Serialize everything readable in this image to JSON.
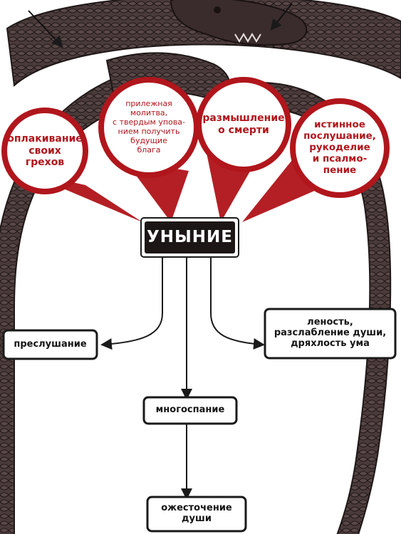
{
  "diagram": {
    "center": "УНЫНИЕ",
    "remedies": [
      "оплакивание\nсвоих\nгрехов",
      "прилежная\nмолитва,\nс твердым упова-\nнием получить\nбудущие\nблага",
      "размышление\nо смерти",
      "истинное\nпослушание,\nрукоделие\nи псалмо-\nпение"
    ],
    "consequences": {
      "left": "преслушание",
      "right": "леность,\nразслабление души,\nдряхлость ума",
      "middle": "многоспание",
      "bottom": "ожесточение\nдуши"
    }
  },
  "colors": {
    "serpent": "#4a3a3a",
    "serpent_scale": "#2a1f1f",
    "remedy_red": "#b0161c",
    "center_fill": "#1c1616",
    "line": "#1a1a1a"
  }
}
